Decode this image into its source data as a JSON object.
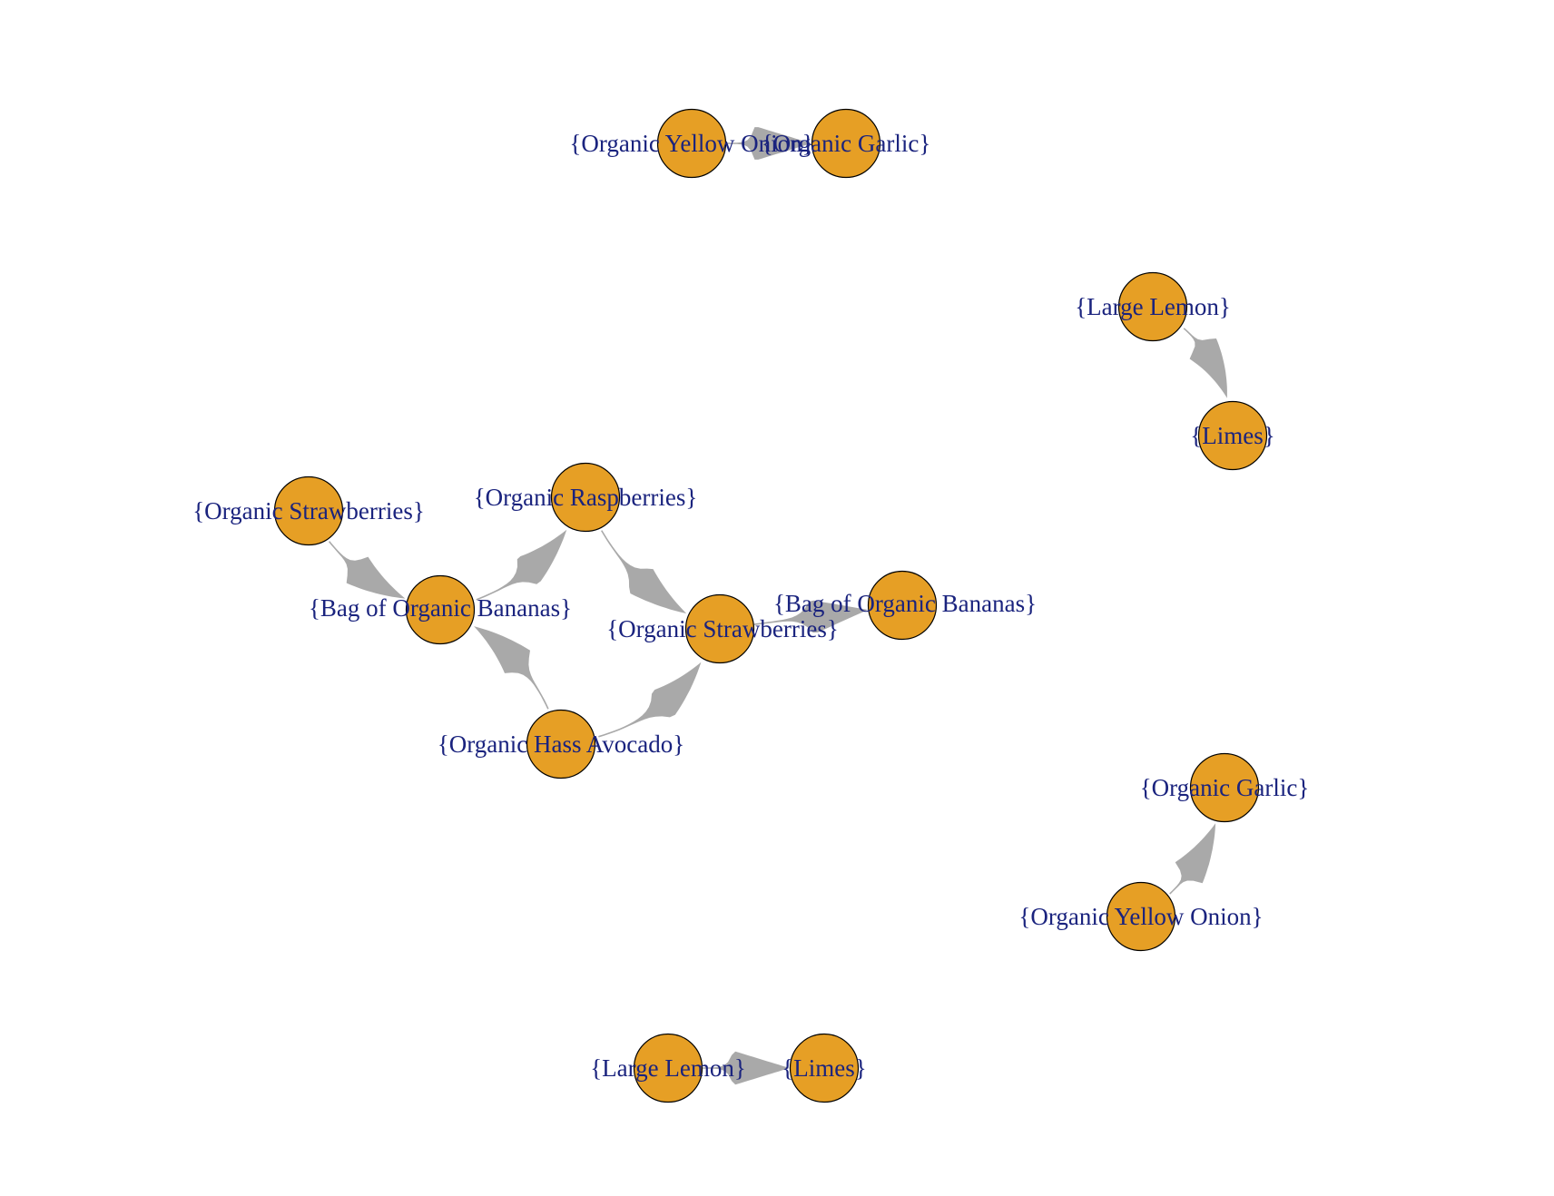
{
  "graph": {
    "colors": {
      "node_fill": "#E69F25",
      "node_stroke": "#000000",
      "edge": "#A9A9A9",
      "label": "#1A237E"
    },
    "nodes": [
      {
        "id": "n1",
        "label": "{Organic Yellow Onion}"
      },
      {
        "id": "n2",
        "label": "{Organic Garlic}"
      },
      {
        "id": "n3",
        "label": "{Large Lemon}"
      },
      {
        "id": "n4",
        "label": "{Limes}"
      },
      {
        "id": "n5",
        "label": "{Organic Strawberries}"
      },
      {
        "id": "n6",
        "label": "{Organic Raspberries}"
      },
      {
        "id": "n7",
        "label": "{Bag of Organic Bananas}"
      },
      {
        "id": "n8",
        "label": "{Organic Strawberries}"
      },
      {
        "id": "n9",
        "label": "{Bag of Organic Bananas}"
      },
      {
        "id": "n10",
        "label": "{Organic Hass Avocado}"
      },
      {
        "id": "n11",
        "label": "{Organic Garlic}"
      },
      {
        "id": "n12",
        "label": "{Organic Yellow Onion}"
      },
      {
        "id": "n13",
        "label": "{Large Lemon}"
      },
      {
        "id": "n14",
        "label": "{Limes}"
      }
    ],
    "edges": [
      {
        "from": "n1",
        "to": "n2"
      },
      {
        "from": "n3",
        "to": "n4"
      },
      {
        "from": "n5",
        "to": "n7"
      },
      {
        "from": "n7",
        "to": "n6"
      },
      {
        "from": "n6",
        "to": "n8"
      },
      {
        "from": "n10",
        "to": "n7"
      },
      {
        "from": "n10",
        "to": "n8"
      },
      {
        "from": "n8",
        "to": "n9"
      },
      {
        "from": "n12",
        "to": "n11"
      },
      {
        "from": "n13",
        "to": "n14"
      }
    ]
  }
}
